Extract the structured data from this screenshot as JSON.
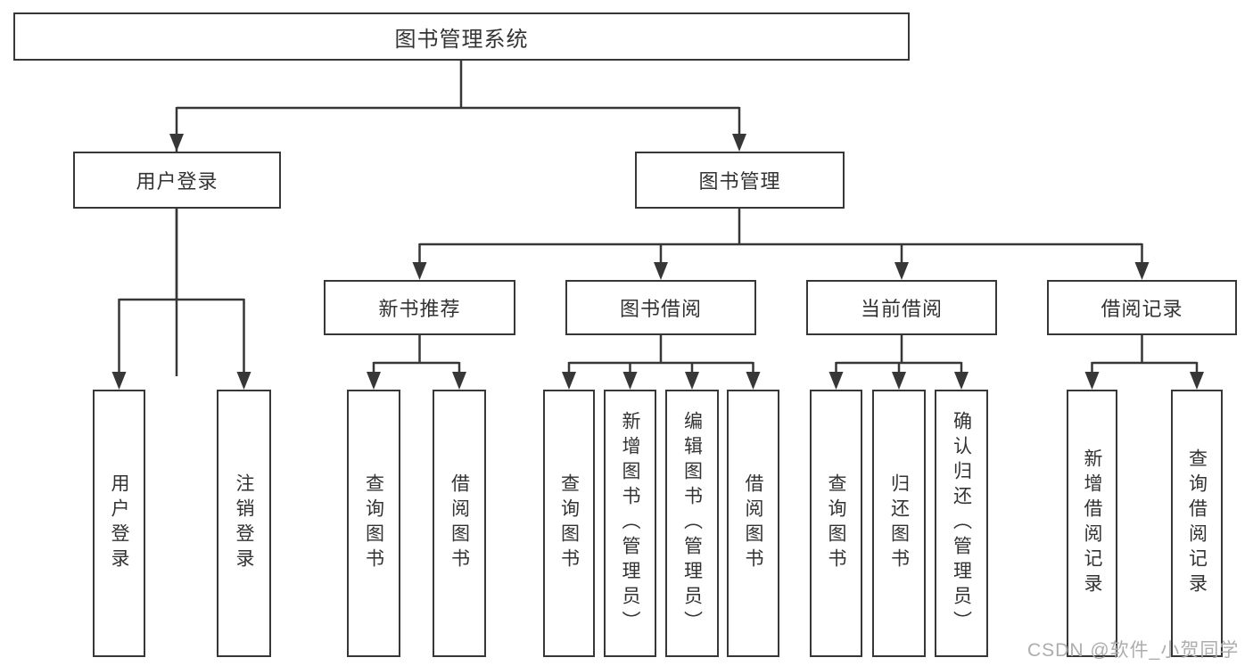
{
  "diagram": {
    "root": {
      "label": "图书管理系统"
    },
    "branches": [
      {
        "label": "用户登录",
        "children": [
          {
            "label": "用户登录"
          },
          {
            "label": "注销登录"
          }
        ]
      },
      {
        "label": "图书管理",
        "children": [
          {
            "label": "新书推荐",
            "children": [
              {
                "label": "查询图书"
              },
              {
                "label": "借阅图书"
              }
            ]
          },
          {
            "label": "图书借阅",
            "children": [
              {
                "label": "查询图书"
              },
              {
                "label": "新增图书（管理员）"
              },
              {
                "label": "编辑图书（管理员）"
              },
              {
                "label": "借阅图书"
              }
            ]
          },
          {
            "label": "当前借阅",
            "children": [
              {
                "label": "查询图书"
              },
              {
                "label": "归还图书"
              },
              {
                "label": "确认归还（管理员）"
              }
            ]
          },
          {
            "label": "借阅记录",
            "children": [
              {
                "label": "新增借阅记录"
              },
              {
                "label": "查询借阅记录"
              }
            ]
          }
        ]
      }
    ],
    "watermark": "CSDN @软件_小贺同学",
    "colors": {
      "line": "#373737",
      "text": "#333333",
      "watermark": "#adadad",
      "background": "#ffffff"
    }
  }
}
